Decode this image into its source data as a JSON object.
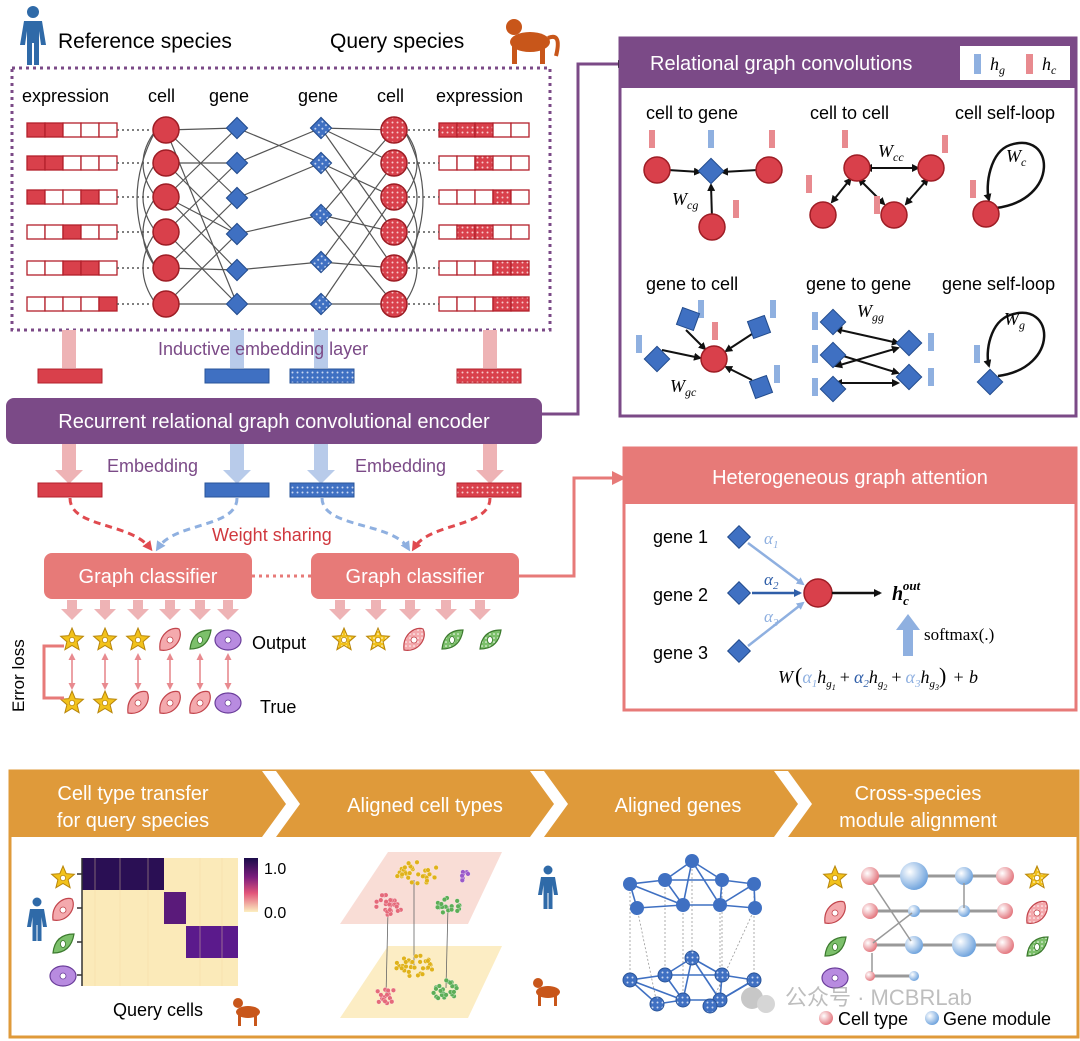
{
  "colors": {
    "red": "#d9404b",
    "red_dark": "#b3202b",
    "red_light": "#e88a8f",
    "blue": "#3f70c2",
    "blue_light": "#8fb0e0",
    "purple": "#7b4a87",
    "coral": "#e77a78",
    "orange": "#df9a3a",
    "star": "#f2c21b"
  },
  "top": {
    "reference_species": "Reference species",
    "query_species": "Query species",
    "col_expression_left": "expression",
    "col_cell_left": "cell",
    "col_gene_left": "gene",
    "col_gene_right": "gene",
    "col_cell_right": "cell",
    "col_expression_right": "expression",
    "inductive_layer": "Inductive embedding layer",
    "encoder": "Recurrent relational graph convolutional encoder",
    "embedding_left": "Embedding",
    "embedding_right": "Embedding",
    "weight_sharing": "Weight sharing",
    "classifier_left": "Graph classifier",
    "classifier_right": "Graph classifier",
    "error_loss": "Error loss",
    "output": "Output",
    "true": "True"
  },
  "rgc": {
    "title": "Relational graph convolutions",
    "legend_hg": "h",
    "legend_hg_sub": "g",
    "legend_hc": "h",
    "legend_hc_sub": "c",
    "panels": [
      {
        "label": "cell to gene",
        "weight": "W",
        "weight_sub": "cg"
      },
      {
        "label": "cell to cell",
        "weight": "W",
        "weight_sub": "cc"
      },
      {
        "label": "cell self-loop",
        "weight": "W",
        "weight_sub": "c"
      },
      {
        "label": "gene to cell",
        "weight": "W",
        "weight_sub": "gc"
      },
      {
        "label": "gene to gene",
        "weight": "W",
        "weight_sub": "gg"
      },
      {
        "label": "gene self-loop",
        "weight": "W",
        "weight_sub": "g"
      }
    ]
  },
  "hga": {
    "title": "Heterogeneous graph attention",
    "genes": [
      "gene 1",
      "gene 2",
      "gene 3"
    ],
    "alphas": [
      "α",
      "α",
      "α"
    ],
    "alpha_subs": [
      "1",
      "2",
      "3"
    ],
    "out_label": "h",
    "out_sub": "c",
    "out_sup": "out",
    "softmax": "softmax(.)",
    "formula_W": "W",
    "formula_h": "h",
    "formula_g": "g",
    "formula_plus": "+",
    "formula_b": "+ b",
    "formula_idx": [
      "1",
      "2",
      "3"
    ]
  },
  "bottom": {
    "steps": [
      "Cell type transfer",
      "for query species",
      "Aligned cell types",
      "Aligned genes",
      "Cross-species",
      "module alignment"
    ],
    "colorbar_max": "1.0",
    "colorbar_min": "0.0",
    "query_cells": "Query cells",
    "legend_cell_type": "Cell type",
    "legend_gene_module": "Gene module",
    "watermark": "公众号 · MCBRLab"
  }
}
